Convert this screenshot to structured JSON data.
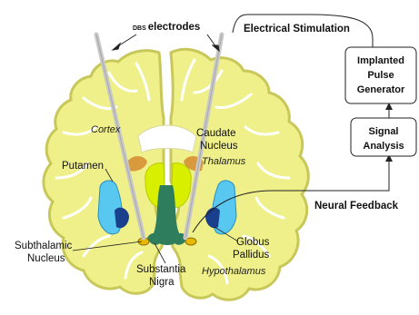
{
  "labels": {
    "dbs_prefix": "DBS",
    "dbs_suffix": "electrodes",
    "electrical_stimulation": "Electrical Stimulation",
    "cortex": "Cortex",
    "caudate_line1": "Caudate",
    "caudate_line2": "Nucleus",
    "thalamus": "Thalamus",
    "putamen": "Putamen",
    "subthalamic_line1": "Subthalamic",
    "subthalamic_line2": "Nucleus",
    "substantia_line1": "Substantia",
    "substantia_line2": "Nigra",
    "globus_line1": "Globus",
    "globus_line2": "Pallidus",
    "hypothalamus": "Hypothalamus",
    "neural_feedback": "Neural Feedback"
  },
  "boxes": {
    "ipg_line1": "Implanted",
    "ipg_line2": "Pulse",
    "ipg_line3": "Generator",
    "signal_line1": "Signal",
    "signal_line2": "Analysis"
  },
  "colors": {
    "brain_fill": "#f0f08a",
    "brain_stroke": "#c8c85a",
    "putamen": "#58c8f0",
    "globus": "#1a3f8c",
    "thalamus": "#d8f000",
    "caudate_head": "#d89a3c",
    "substantia": "#2e7d5c",
    "electrode": "#c8c8c8"
  }
}
